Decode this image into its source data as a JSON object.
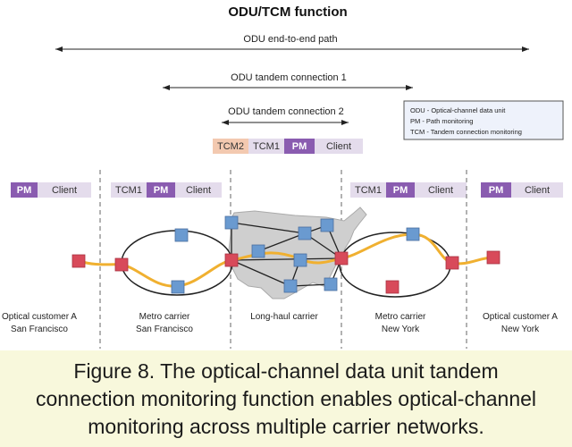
{
  "title": "ODU/TCM function",
  "spans": {
    "end_to_end": "ODU end-to-end path",
    "tandem_1": "ODU tandem connection 1",
    "tandem_2": "ODU tandem connection 2"
  },
  "legend": [
    "ODU - Optical-channel data unit",
    "PM - Path monitoring",
    "TCM - Tandem connection monitoring"
  ],
  "stacks": {
    "center": [
      "TCM2",
      "TCM1",
      "PM",
      "Client"
    ],
    "customer_a_sf": [
      "PM",
      "Client"
    ],
    "metro_sf": [
      "TCM1",
      "PM",
      "Client"
    ],
    "metro_ny": [
      "TCM1",
      "PM",
      "Client"
    ],
    "customer_a_ny": [
      "PM",
      "Client"
    ]
  },
  "regions": {
    "customer_sf": [
      "Optical customer A",
      "San Francisco"
    ],
    "metro_sf": [
      "Metro carrier",
      "San Francisco"
    ],
    "long_haul": [
      "Long-haul carrier"
    ],
    "metro_ny": [
      "Metro carrier",
      "New York"
    ],
    "customer_ny": [
      "Optical customer A",
      "New York"
    ]
  },
  "caption": [
    "Figure 8. The optical-channel data unit tandem",
    "connection monitoring function enables optical-channel",
    "monitoring across multiple carrier networks."
  ],
  "colors": {
    "pm": "#8a5cb0",
    "tcm": "#e4dcec",
    "tcm2": "#f3c9b0",
    "client": "#e4dcec",
    "path": "#f0b030",
    "red_node": "#d84a5a",
    "blue_node": "#6a9ad0",
    "caption_bg": "#f8f8dc"
  }
}
